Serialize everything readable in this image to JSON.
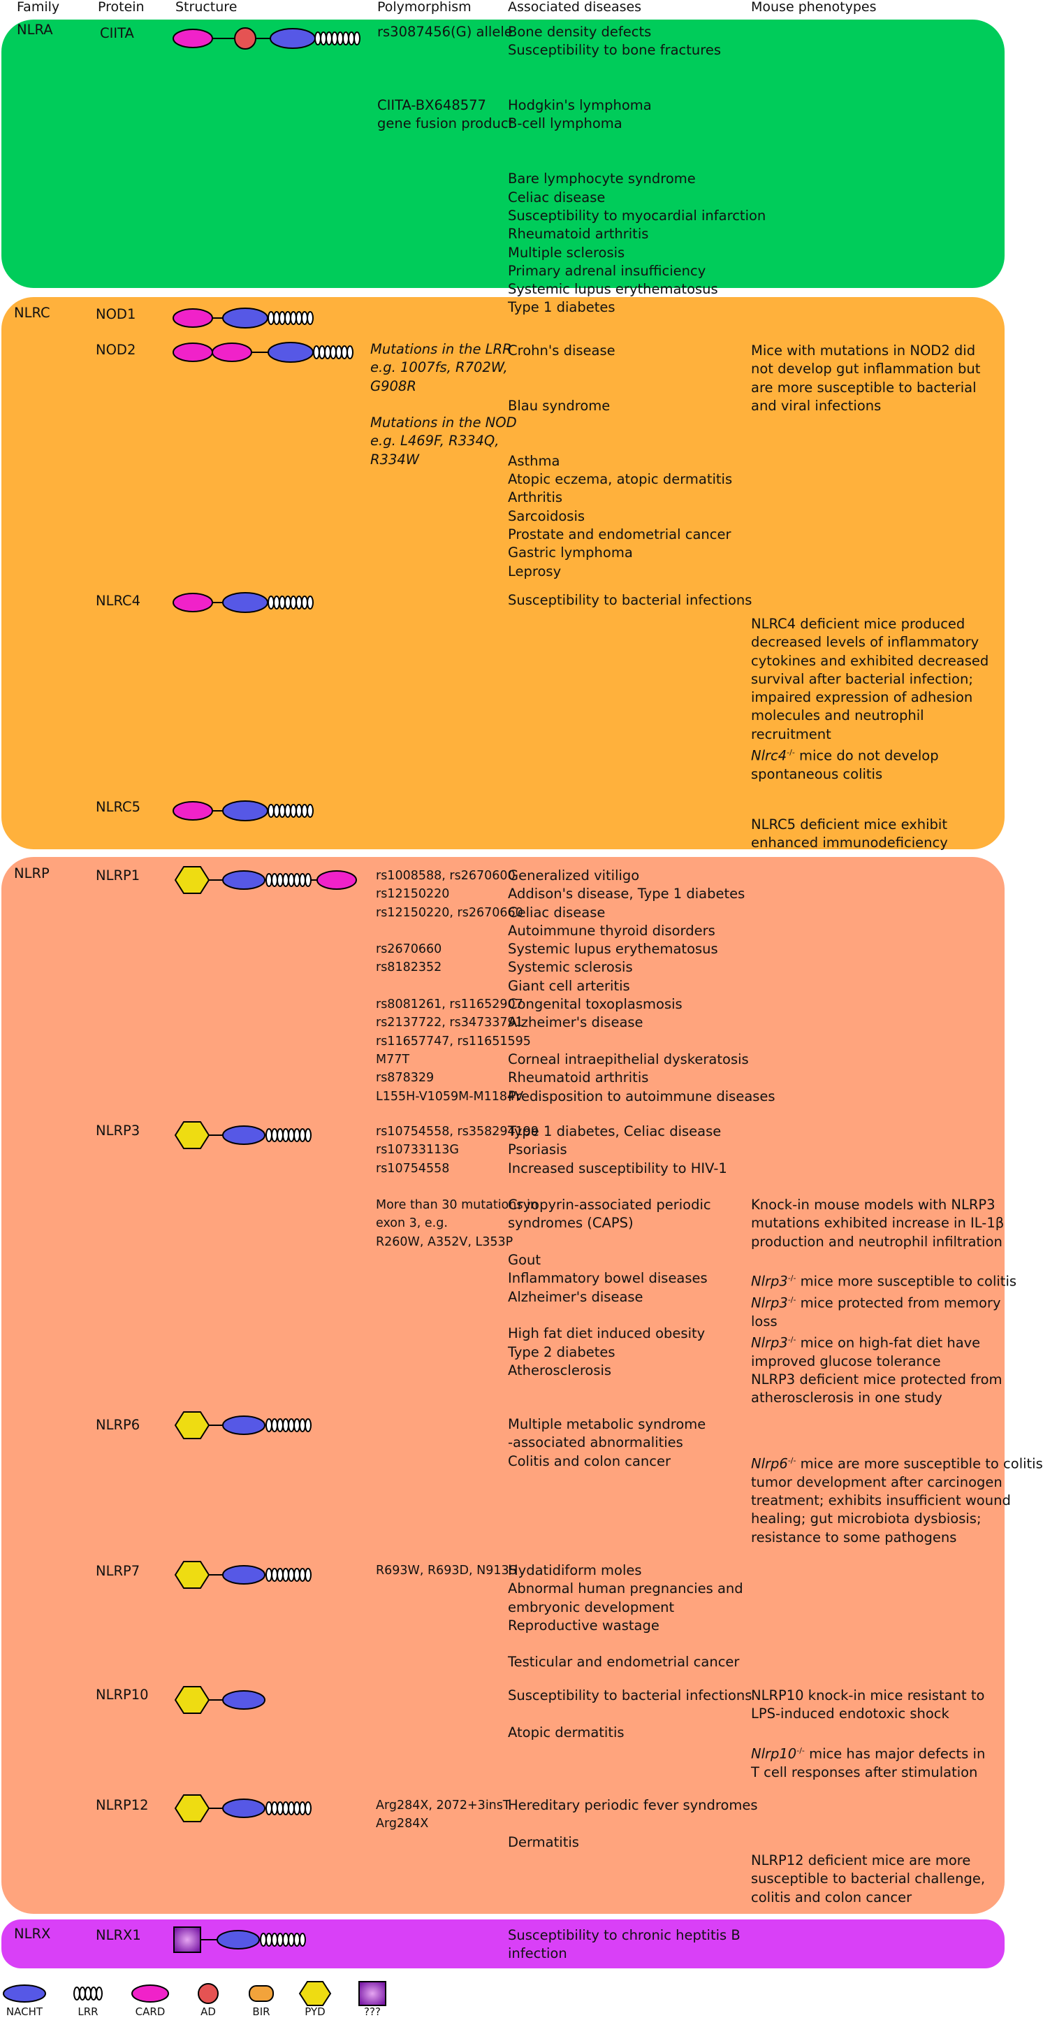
{
  "headers": {
    "family": "Family",
    "protein": "Protein",
    "structure": "Structure",
    "polymorphism": "Polymorphism",
    "diseases": "Associated diseases",
    "mouse": "Mouse phenotypes"
  },
  "colors": {
    "nlra": "#00CC5A",
    "nlrc": "#FFB13C",
    "nlrp": "#FFA47D",
    "nlrx": "#D940F7",
    "nacht": "#5658E6",
    "card": "#F022C9",
    "ad": "#E55353",
    "bir": "#F2A33B",
    "pyd": "#EEDC12",
    "unknown": "#8A1FB5"
  },
  "families": [
    {
      "name": "NLRA",
      "proteins": [
        {
          "name": "CIITA",
          "polymorphism": [
            "rs3087456(G) allele",
            "",
            "",
            "",
            "CIITA-BX648577",
            "gene fusion product"
          ],
          "diseases": [
            "Bone density defects",
            "Susceptibility to bone fractures",
            "",
            "",
            "Hodgkin's lymphoma",
            "B-cell lymphoma",
            "",
            "",
            "Bare lymphocyte syndrome",
            "Celiac disease",
            "Susceptibility to myocardial infarction",
            "Rheumatoid arthritis",
            "Multiple sclerosis",
            "Primary adrenal insufficiency",
            "Systemic lupus erythematosus",
            "Type 1 diabetes"
          ],
          "mouse": []
        }
      ]
    },
    {
      "name": "NLRC",
      "proteins": [
        {
          "name": "NOD1",
          "polymorphism": [],
          "diseases": [],
          "mouse": []
        },
        {
          "name": "NOD2",
          "polymorphism": [
            "Mutations in the LRR",
            "e.g. 1007fs, R702W,",
            "G908R",
            "",
            "Mutations in the NOD",
            "e.g. L469F, R334Q,",
            "R334W"
          ],
          "diseases": [
            "Crohn's disease",
            "",
            "",
            "Blau syndrome",
            "",
            "",
            "Asthma",
            "Atopic eczema, atopic dermatitis",
            "Arthritis",
            "Sarcoidosis",
            "Prostate and endometrial cancer",
            "Gastric lymphoma",
            "Leprosy"
          ],
          "mouse": [
            "Mice with mutations in NOD2 did",
            "not develop gut inflammation but",
            "are more susceptible to bacterial",
            "and viral infections"
          ]
        },
        {
          "name": "NLRC4",
          "polymorphism": [],
          "diseases": [
            "Susceptibility to bacterial infections"
          ],
          "mouse": [
            "NLRC4 deficient mice produced",
            "decreased levels of inflammatory",
            "cytokines and exhibited decreased",
            "survival after bacterial infection;",
            "impaired expression of adhesion",
            "molecules and neutrophil",
            "recruitment",
            "Nlrc4-/- mice do not develop",
            "spontaneous colitis"
          ]
        },
        {
          "name": "NLRC5",
          "polymorphism": [],
          "diseases": [],
          "mouse": [
            "NLRC5 deficient mice exhibit",
            "enhanced immunodeficiency"
          ]
        }
      ]
    },
    {
      "name": "NLRP",
      "proteins": [
        {
          "name": "NLRP1",
          "polymorphism": [
            "rs1008588, rs2670600",
            "rs12150220",
            "rs12150220, rs2670660",
            "",
            "rs2670660",
            "rs8182352",
            "",
            "rs8081261, rs11652907",
            "rs2137722, rs34733791",
            "rs11657747, rs11651595",
            "M77T",
            "rs878329",
            "L155H-V1059M-M1184V"
          ],
          "diseases": [
            "Generalized vitiligo",
            "Addison's disease, Type 1 diabetes",
            "Celiac disease",
            "Autoimmune thyroid disorders",
            "Systemic lupus erythematosus",
            "Systemic sclerosis",
            "Giant cell arteritis",
            "Congenital toxoplasmosis",
            "Alzheimer's disease",
            "",
            "Corneal intraepithelial dyskeratosis",
            "Rheumatoid arthritis",
            "Predisposition to autoimmune diseases"
          ],
          "mouse": []
        },
        {
          "name": "NLRP3",
          "polymorphism": [
            "rs10754558, rs358294199",
            "rs10733113G",
            "rs10754558",
            "",
            "More than 30 mutations in",
            "exon 3, e.g.",
            "R260W, A352V, L353P"
          ],
          "diseases": [
            "Type 1 diabetes, Celiac disease",
            "Psoriasis",
            "Increased susceptibility to HIV-1",
            "",
            "Cryopyrin-associated periodic",
            "syndromes (CAPS)",
            "",
            "Gout",
            "Inflammatory bowel diseases",
            "Alzheimer's disease",
            "",
            "High fat diet induced obesity",
            "Type 2 diabetes",
            "Atherosclerosis"
          ],
          "mouse": [
            "Knock-in mouse models with NLRP3",
            "mutations exhibited increase in IL-1β",
            "production and neutrophil infiltration",
            "",
            "Nlrp3-/- mice more susceptible to colitis",
            "Nlrp3-/- mice protected from memory",
            "loss",
            "Nlrp3-/- mice on high-fat diet have",
            "improved glucose tolerance",
            "NLRP3 deficient mice protected from",
            "atherosclerosis in one study"
          ]
        },
        {
          "name": "NLRP6",
          "polymorphism": [],
          "diseases": [
            "Multiple metabolic syndrome",
            "-associated abnormalities",
            "Colitis and colon cancer"
          ],
          "mouse": [
            "Nlrp6-/- mice are more susceptible to colitis",
            "tumor development after carcinogen",
            "treatment; exhibits insufficient wound",
            "healing; gut microbiota dysbiosis;",
            "resistance to some pathogens"
          ]
        },
        {
          "name": "NLRP7",
          "polymorphism": [
            "R693W, R693D, N913S"
          ],
          "diseases": [
            "Hydatidiform moles",
            "Abnormal human pregnancies and",
            "embryonic development",
            "Reproductive wastage",
            "",
            "Testicular and endometrial cancer"
          ],
          "mouse": []
        },
        {
          "name": "NLRP10",
          "polymorphism": [],
          "diseases": [
            "Susceptibility to bacterial infections",
            "",
            "Atopic dermatitis"
          ],
          "mouse": [
            "NLRP10 knock-in mice resistant to",
            "LPS-induced endotoxic shock",
            "",
            "Nlrp10-/- mice has major defects in",
            "T cell responses after stimulation"
          ]
        },
        {
          "name": "NLRP12",
          "polymorphism": [
            "Arg284X, 2072+3insT",
            "Arg284X"
          ],
          "diseases": [
            "Hereditary periodic fever syndromes",
            "",
            "Dermatitis"
          ],
          "mouse": [
            "NLRP12 deficient mice are more",
            "susceptible to bacterial challenge,",
            "colitis and colon cancer"
          ]
        }
      ]
    },
    {
      "name": "NLRX",
      "proteins": [
        {
          "name": "NLRX1",
          "polymorphism": [],
          "diseases": [
            "Susceptibility to chronic heptitis B",
            "infection"
          ],
          "mouse": []
        }
      ]
    }
  ],
  "legend": [
    "NACHT",
    "LRR",
    "CARD",
    "AD",
    "BIR",
    "PYD",
    "???"
  ]
}
